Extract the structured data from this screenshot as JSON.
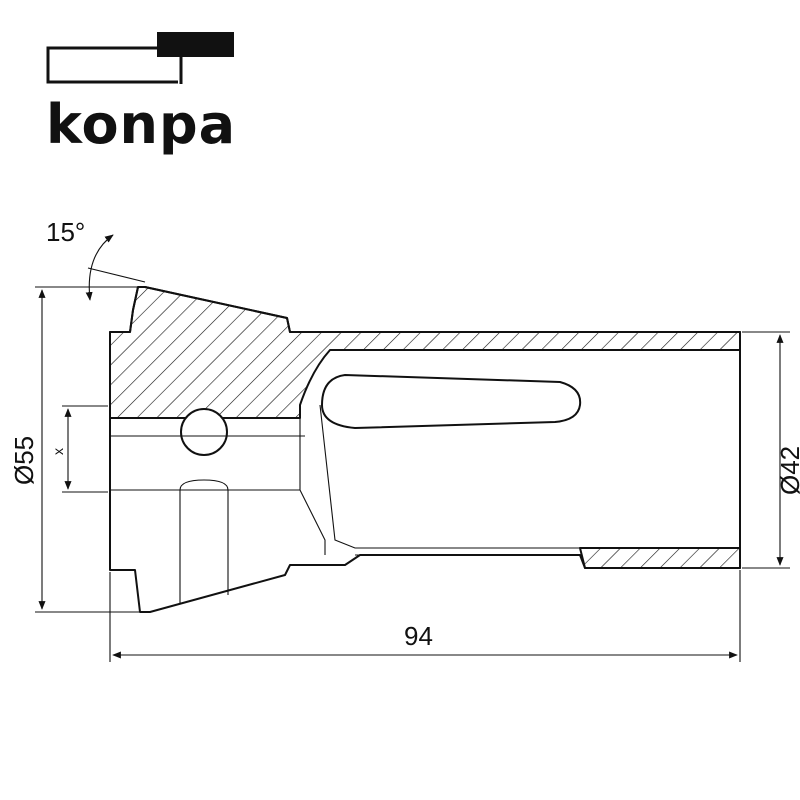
{
  "brand": {
    "name": "konpa"
  },
  "drawing": {
    "angle_label": "15°",
    "outer_diameter_label": "Ø55",
    "shank_diameter_label": "Ø42",
    "length_label": "94",
    "bore_label": "x"
  }
}
